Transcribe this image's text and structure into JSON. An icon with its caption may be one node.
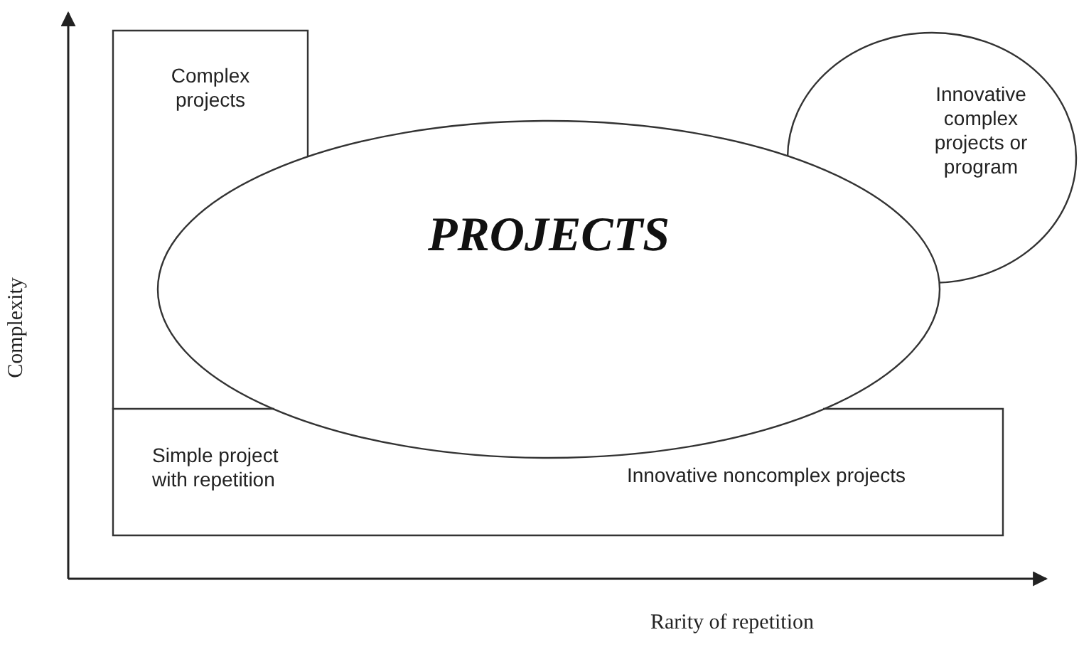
{
  "diagram": {
    "nodes": [
      {
        "text": [
          "Complex projects"
        ]
      },
      {
        "text": [
          "Simple project with repetition",
          "Innovative noncomplex projects"
        ]
      },
      {
        "text": [
          "Innovative complex projects or program"
        ]
      },
      {
        "text": [
          "PROJECTS"
        ]
      }
    ],
    "labels": [
      "Complexity",
      "Rarity of repetition"
    ]
  }
}
